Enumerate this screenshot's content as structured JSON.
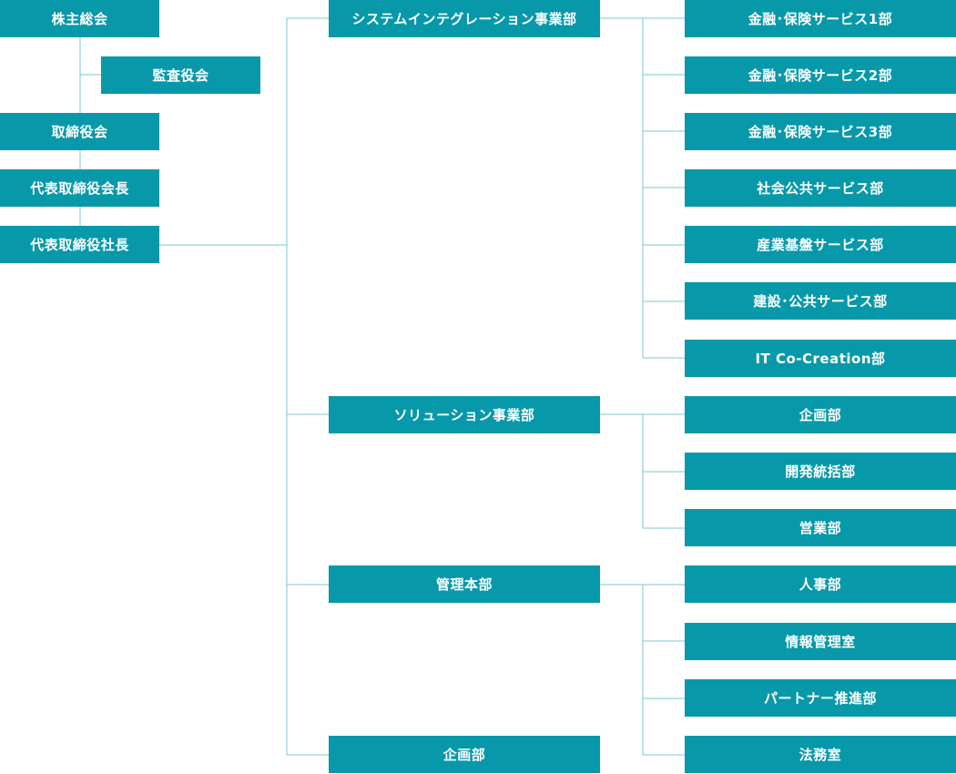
{
  "top": {
    "shareholders": "株主総会",
    "auditors": "監査役会",
    "board": "取締役会",
    "chairman": "代表取締役会長",
    "president": "代表取締役社長"
  },
  "divisions": [
    {
      "name": "システムインテグレーション事業部",
      "departments": [
        "金融･保険サービス1部",
        "金融･保険サービス2部",
        "金融･保険サービス3部",
        "社会公共サービス部",
        "産業基盤サービス部",
        "建設･公共サービス部",
        "IT Co-Creation部"
      ]
    },
    {
      "name": "ソリューション事業部",
      "departments": [
        "企画部",
        "開発統括部",
        "営業部"
      ]
    },
    {
      "name": "管理本部",
      "departments": [
        "人事部",
        "情報管理室",
        "パートナー推進部",
        "法務室"
      ]
    },
    {
      "name": "企画部",
      "departments": []
    }
  ],
  "colors": {
    "box": "#0799aa",
    "line": "#7cc7cf",
    "text": "#ffffff"
  }
}
